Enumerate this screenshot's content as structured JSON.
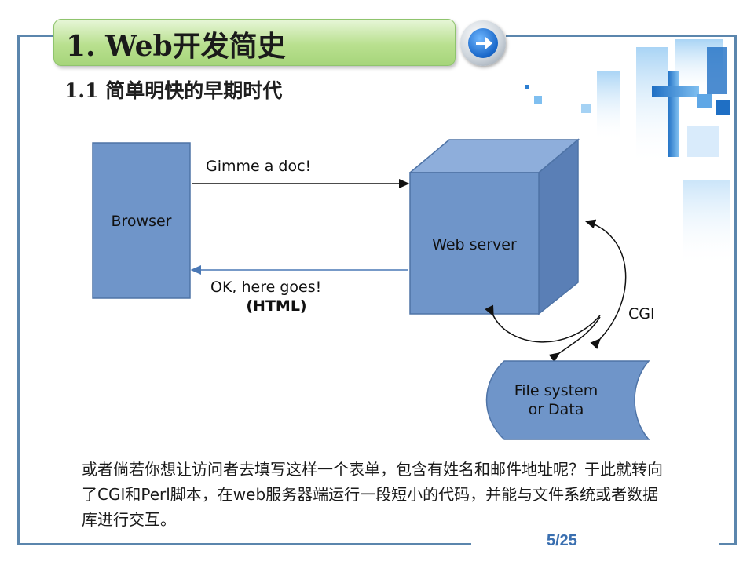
{
  "slide": {
    "title": "1.  Web开发简史",
    "subtitle": "1.1 简单明快的早期时代",
    "body": "或者倘若你想让访问者去填写这样一个表单，包含有姓名和邮件地址呢？于此就转向了CGI和Perl脚本，在web服务器端运行一段短小的代码，并能与文件系统或者数据库进行交互。",
    "page": "5/25",
    "nav_icon": "arrow-right-icon"
  },
  "diagram": {
    "browser_label": "Browser",
    "server_label": "Web server",
    "storage_label_line1": "File system",
    "storage_label_line2": "or Data",
    "request_label": "Gimme a doc!",
    "response_label_line1": "OK, here goes!",
    "response_label_line2": "(HTML)",
    "cgi_label": "CGI"
  },
  "colors": {
    "box_fill": "#6f95c9",
    "box_stroke": "#4e73a6",
    "frame": "#5b86ad",
    "accent": "#3a6fb0",
    "title_green": "#b9e08f"
  }
}
